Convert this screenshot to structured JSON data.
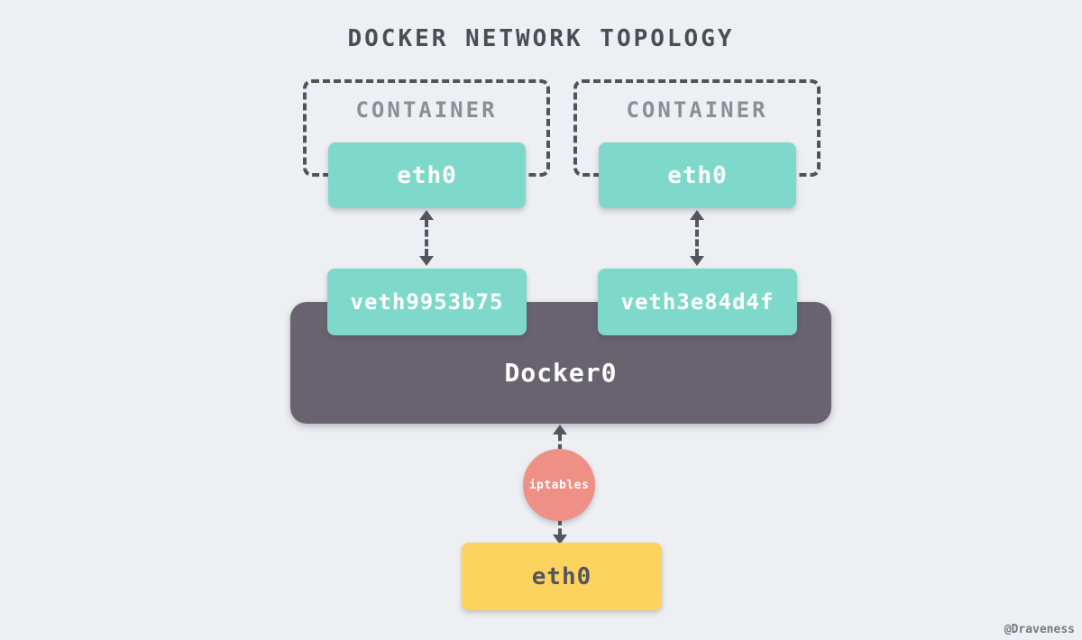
{
  "title": "DOCKER NETWORK TOPOLOGY",
  "watermark": "@Draveness",
  "colors": {
    "background": "#edeff2",
    "teal": "#7ed9cb",
    "bridge_gray": "#696370",
    "iptables_salmon": "#ee9086",
    "host_yellow": "#fbd35e",
    "dashed_border": "#52525c",
    "arrow": "#55555f",
    "title_text": "#4c4c55",
    "container_label_text": "#8d8d95"
  },
  "containers": [
    {
      "label": "CONTAINER",
      "interface": "eth0",
      "veth": "veth9953b75"
    },
    {
      "label": "CONTAINER",
      "interface": "eth0",
      "veth": "veth3e84d4f"
    }
  ],
  "bridge": {
    "label": "Docker0"
  },
  "iptables": {
    "label": "iptables"
  },
  "host_interface": {
    "label": "eth0"
  }
}
